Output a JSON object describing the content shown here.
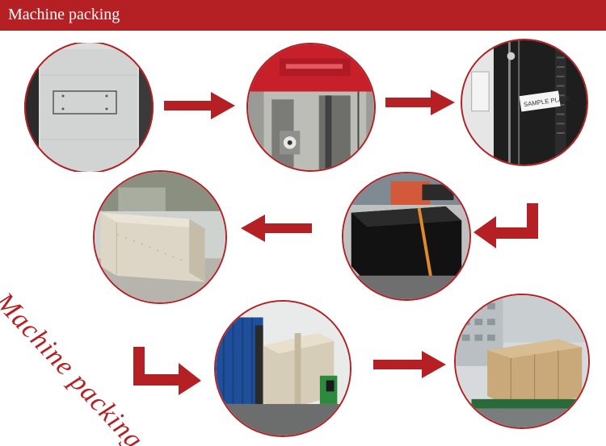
{
  "header": {
    "title": "Machine packing"
  },
  "side_label": "Machine packing",
  "colors": {
    "accent": "#b42024",
    "background": "#ffffff"
  },
  "photos": [
    {
      "name": "machine-panel-photo",
      "step": 1
    },
    {
      "name": "red-gantry-photo",
      "step": 2
    },
    {
      "name": "rack-label-photo",
      "step": 3
    },
    {
      "name": "black-wrapped-machine-photo",
      "step": 4
    },
    {
      "name": "wooden-crate-photo",
      "step": 5
    },
    {
      "name": "container-loading-photo",
      "step": 6
    },
    {
      "name": "truck-loading-photo",
      "step": 7
    }
  ],
  "inline_labels": {
    "rack_tag": "SAMPLE PLATE"
  }
}
